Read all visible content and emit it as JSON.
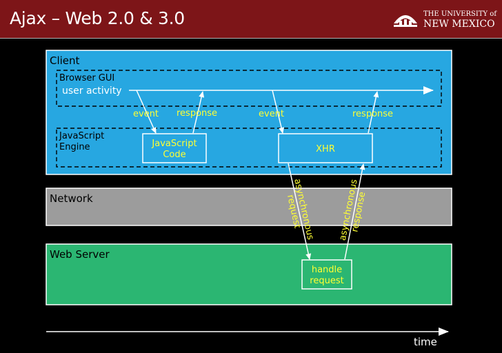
{
  "slide": {
    "title": "Ajax – Web 2.0 & 3.0",
    "logo_line1": "THE UNIVERSITY of",
    "logo_line2": "NEW MEXICO"
  },
  "lanes": {
    "client": "Client",
    "network": "Network",
    "web_server": "Web Server"
  },
  "sublanes": {
    "browser_gui": "Browser GUI",
    "user_activity": "user activity",
    "js_engine_line1": "JavaScript",
    "js_engine_line2": "Engine"
  },
  "boxes": {
    "js_code_line1": "JavaScript",
    "js_code_line2": "Code",
    "xhr": "XHR",
    "handle_line1": "handle",
    "handle_line2": "request"
  },
  "labels": {
    "event_1": "event",
    "response_1": "response",
    "event_2": "event",
    "response_2": "response",
    "async_request_line1": "asynchronous",
    "async_request_line2": "request",
    "async_response_line1": "asynchronous",
    "async_response_line2": "response"
  },
  "time_label": "time",
  "colors": {
    "header": "#7d1518",
    "client_lane": "#27a7e1",
    "network_lane": "#9c9c9c",
    "server_lane": "#2bb672",
    "annotation": "#ffff33"
  }
}
